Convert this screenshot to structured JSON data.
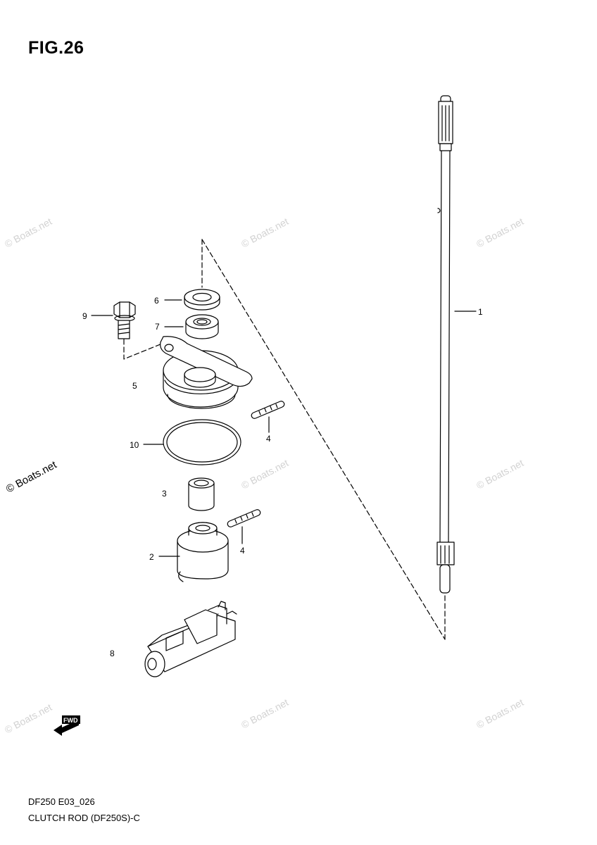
{
  "figure": {
    "title": "FIG.26",
    "code": "DF250 E03_026",
    "description": "CLUTCH ROD (DF250S)-C"
  },
  "callouts": [
    {
      "number": "1"
    },
    {
      "number": "2"
    },
    {
      "number": "3"
    },
    {
      "number": "4"
    },
    {
      "number": "4"
    },
    {
      "number": "5"
    },
    {
      "number": "6"
    },
    {
      "number": "7"
    },
    {
      "number": "8"
    },
    {
      "number": "9"
    },
    {
      "number": "10"
    }
  ],
  "watermark": "© Boats.net",
  "forward_icon": "FWD",
  "colors": {
    "line": "#000000",
    "watermark": "#d2d2d2"
  }
}
